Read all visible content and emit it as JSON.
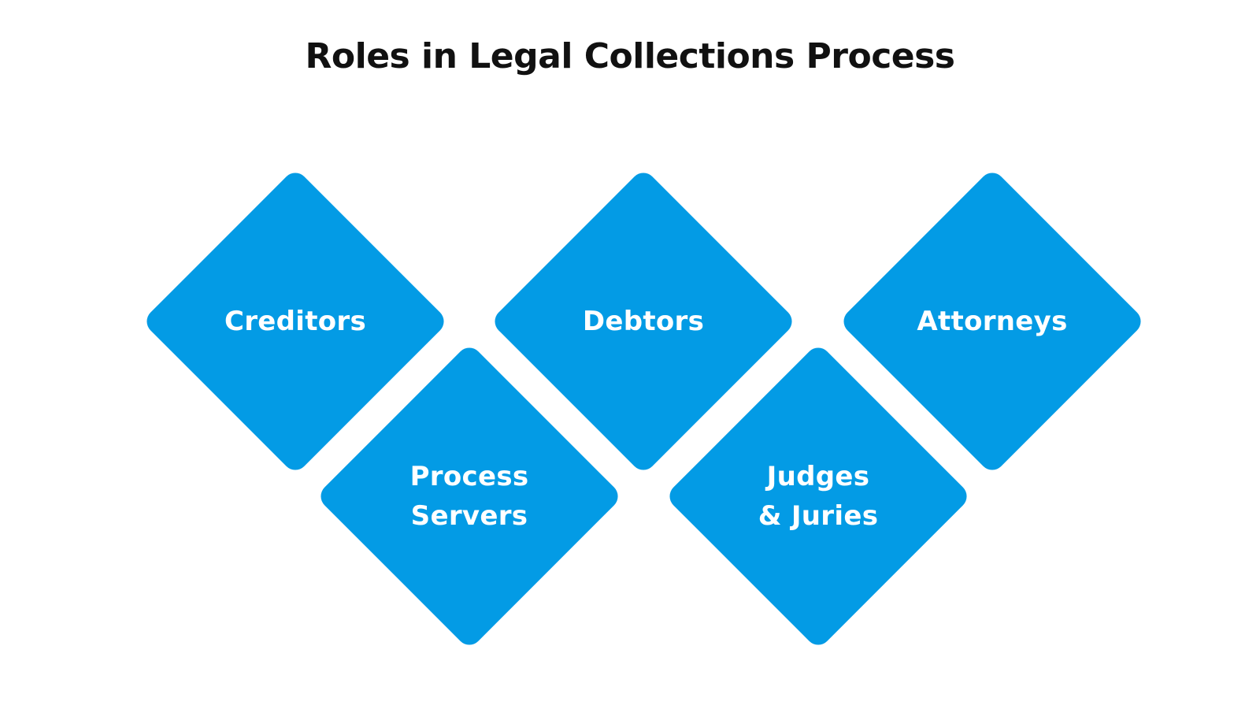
{
  "title": "Roles in Legal Collections Process",
  "colors": {
    "diamond_fill": "#039BE5",
    "label_text": "#FFFFFF",
    "title_text": "#111111"
  },
  "roles": [
    {
      "label": "Creditors"
    },
    {
      "label": "Process\nServers"
    },
    {
      "label": "Debtors"
    },
    {
      "label": "Judges\n& Juries"
    },
    {
      "label": "Attorneys"
    }
  ]
}
